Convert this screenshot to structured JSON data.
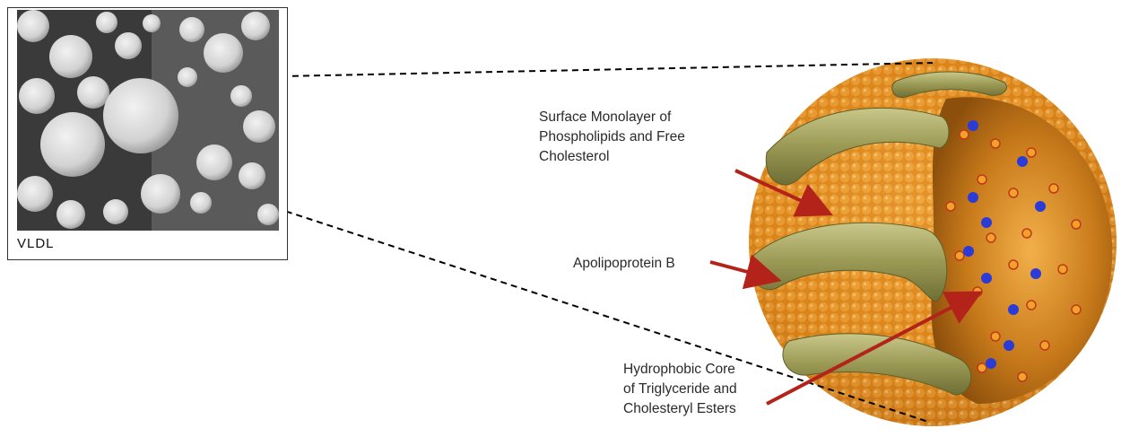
{
  "micrograph": {
    "caption": "VLDL"
  },
  "labels": {
    "surface": "Surface Monolayer of\nPhospholipids and Free\nCholesterol",
    "apo": "Apolipoprotein B",
    "core": "Hydrophobic Core\nof Triglyceride and\nCholesteryl Esters"
  },
  "colors": {
    "arrow": "#b3231a",
    "lipid_shell": "#e08a1c",
    "protein_band": "#9b9a52",
    "core_molecule": "#2b3bd8",
    "dashed_line": "#000000"
  }
}
